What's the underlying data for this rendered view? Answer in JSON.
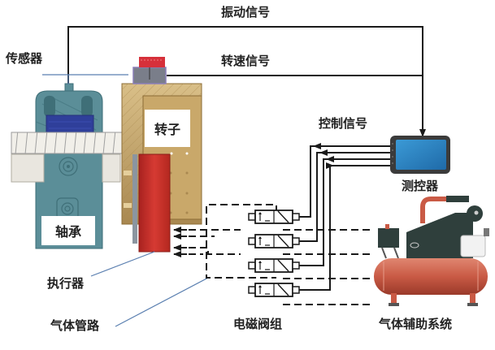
{
  "diagram": {
    "title": "",
    "signals": {
      "vibration": "振动信号",
      "speed": "转速信号",
      "control": "控制信号"
    },
    "components": {
      "sensor": "传感器",
      "rotor": "转子",
      "bearing": "轴承",
      "actuator": "执行器",
      "gas_pipe": "气体管路",
      "valve_group": "电磁阀组",
      "controller": "测控器",
      "gas_system": "气体辅助系统"
    },
    "valve_count": 4,
    "colors": {
      "bearing": "#5b8e98",
      "bearing_dark": "#3f6f78",
      "bearing_insert": "#2f3f9a",
      "rotor": "#c9a86a",
      "rotor_dark": "#9c7c43",
      "actuator": "#c8302c",
      "sensor_cap": "#d6303a",
      "sensor_body": "#7a7e8a",
      "shaft": "#f1efe9",
      "screen": "#2f86c8",
      "screen_bezel": "#3b3b3b",
      "compressor_tank": "#c95a45",
      "compressor_body": "#2f3f3c",
      "line": "#1a1a1a",
      "leader": "#5a7fb0"
    }
  }
}
